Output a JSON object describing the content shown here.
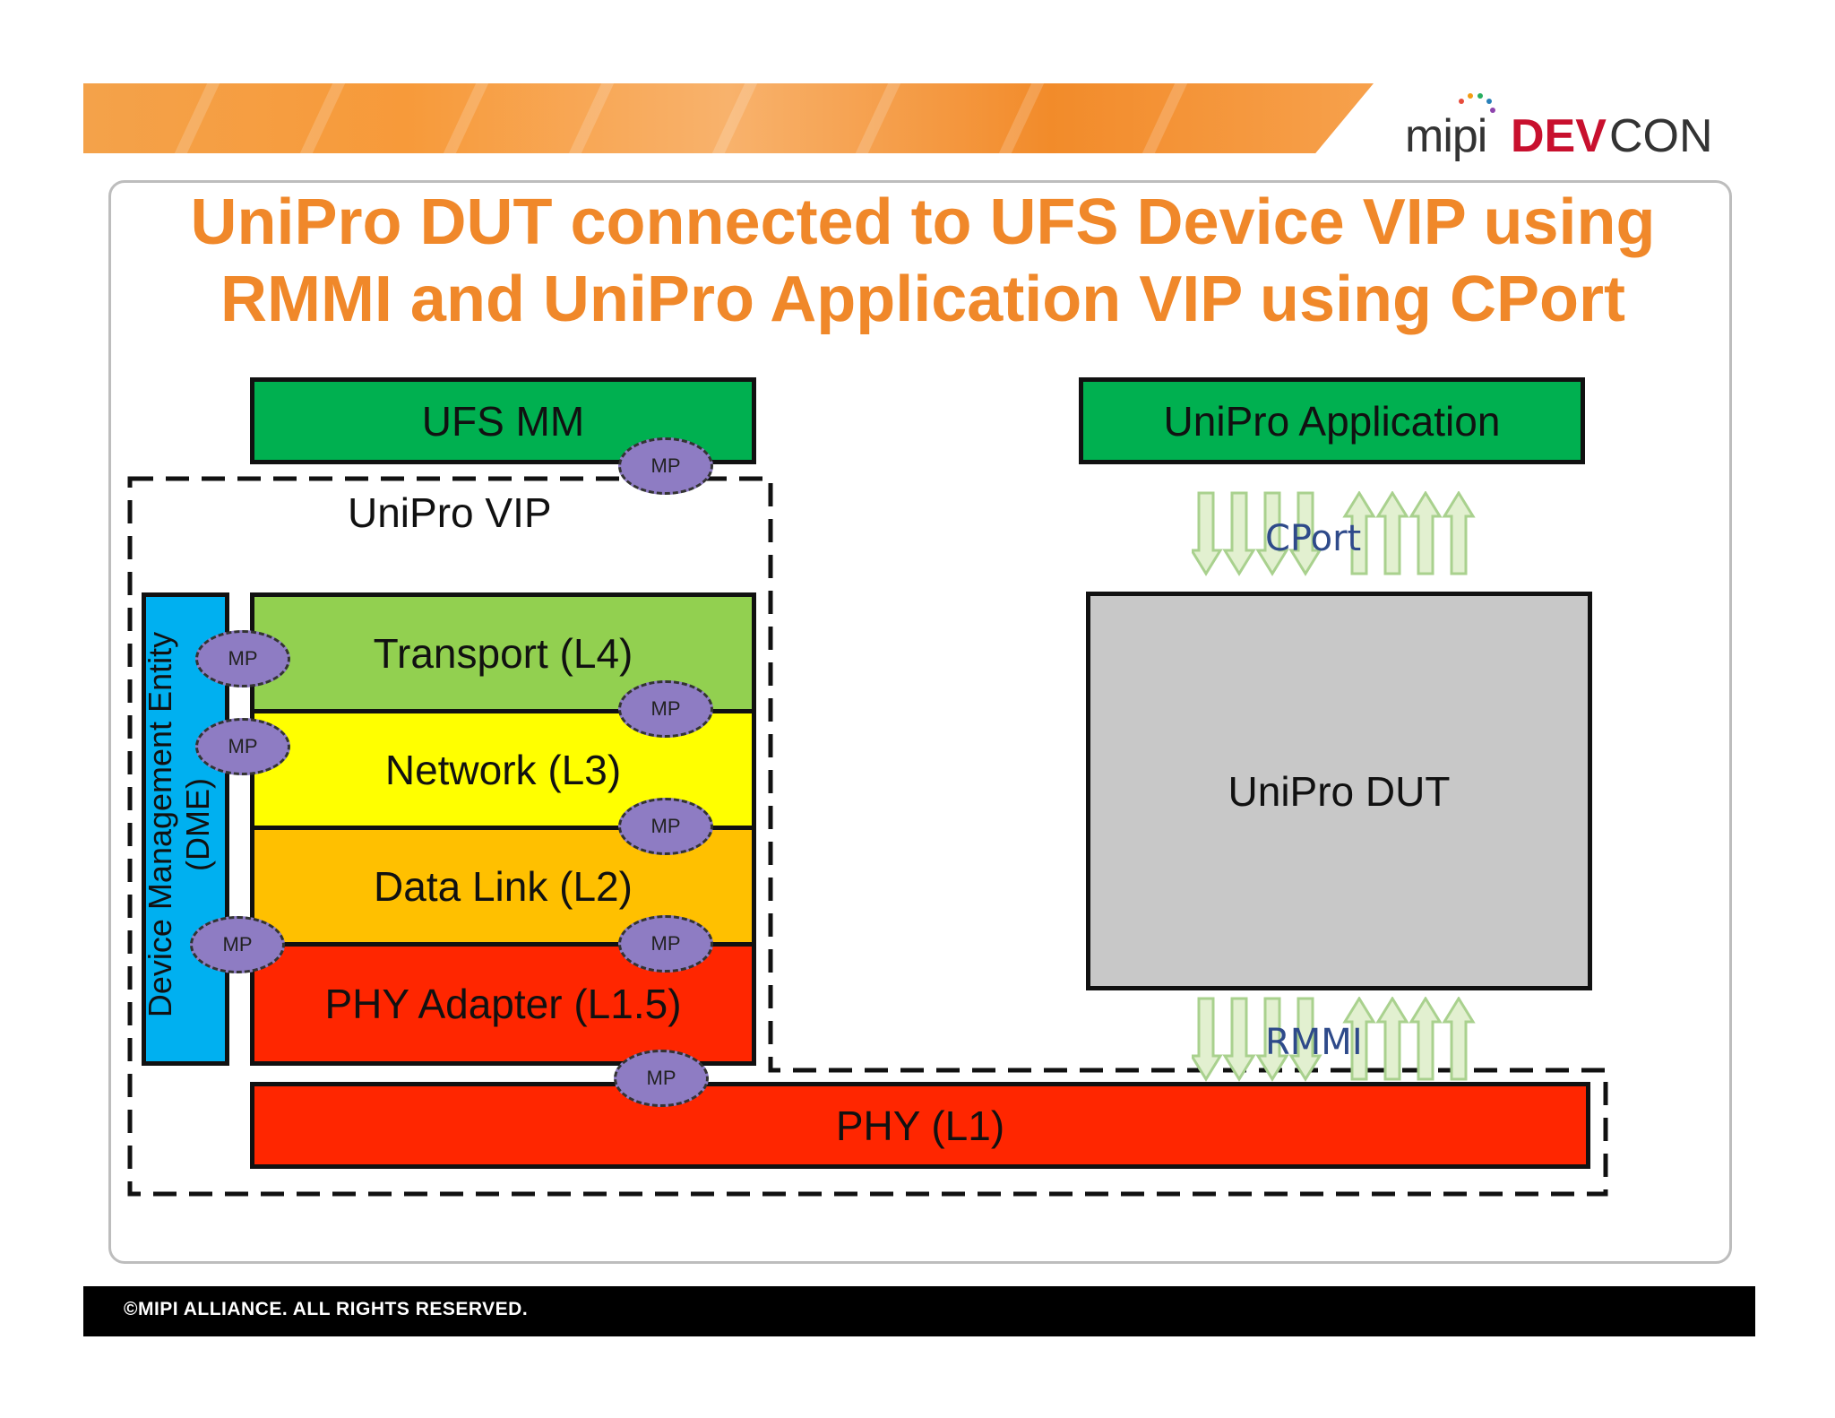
{
  "slide": {
    "title_line1": "UniPro DUT connected to UFS Device VIP using",
    "title_line2": "RMMI and UniPro Application VIP using CPort",
    "footer": "©MIPI ALLIANCE. ALL RIGHTS RESERVED."
  },
  "logo": {
    "part1": "mipi",
    "part2": "DEV",
    "part3": "CON"
  },
  "diagram": {
    "ufs_mm": "UFS MM",
    "unipro_application": "UniPro Application",
    "unipro_vip": "UniPro VIP",
    "dme_line1": "Device Management Entity",
    "dme_line2": "(DME)",
    "layers": {
      "transport": "Transport (L4)",
      "network": "Network (L3)",
      "data_link": "Data Link (L2)",
      "phy_adapter": "PHY Adapter (L1.5)",
      "phy": "PHY (L1)"
    },
    "unipro_dut": "UniPro DUT",
    "cport": "CPort",
    "rmmi": "RMMI",
    "mp": "MP"
  },
  "colors": {
    "title": "#f0882a",
    "green": "#00b050",
    "light_green": "#92d050",
    "yellow": "#ffff00",
    "amber": "#ffc000",
    "red": "#ff2600",
    "cyan": "#00b0f0",
    "gray": "#c8c8c8",
    "mp_purple": "#8e7cc3",
    "arrow_green": "#e2f0d0"
  }
}
